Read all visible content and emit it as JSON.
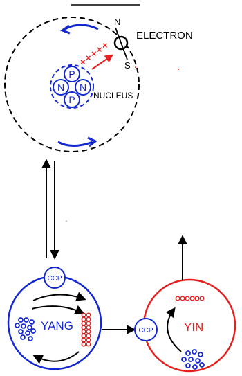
{
  "labels": {
    "electron": "ELECTRON",
    "north": "N",
    "south": "S",
    "nucleus": "NUCLEUS",
    "proton": "P",
    "neutron": "N",
    "yang": "YANG",
    "yin": "YIN",
    "ccp": "CCP",
    "charge": "×"
  },
  "colors": {
    "outline": "#000000",
    "yang": "#1428d2",
    "yin": "#e61e1e",
    "background": "#ffffff"
  }
}
